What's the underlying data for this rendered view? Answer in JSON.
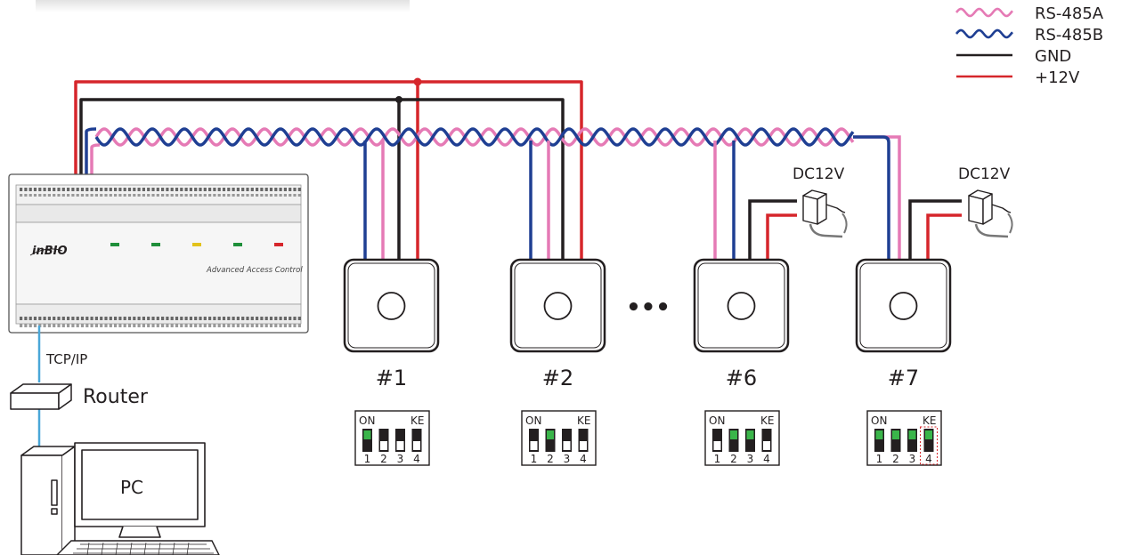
{
  "legend": {
    "items": [
      {
        "key": "a",
        "label": "RS-485A",
        "color": "#e57ab5",
        "wave": true
      },
      {
        "key": "b",
        "label": "RS-485B",
        "color": "#1f3f93",
        "wave": true
      },
      {
        "key": "gnd",
        "label": "GND",
        "color": "#231f20",
        "wave": false
      },
      {
        "key": "v12",
        "label": "+12V",
        "color": "#d6262b",
        "wave": false
      }
    ]
  },
  "controller": {
    "brand": "inBIO",
    "subtitle": "Advanced Access Control",
    "led_colors": [
      "#1f8f3a",
      "#1f8f3a",
      "#e2c21b",
      "#1f8f3a",
      "#d6262b"
    ]
  },
  "network": {
    "link_label": "TCP/IP",
    "router_label": "Router",
    "pc_label": "PC"
  },
  "power": {
    "label": "DC12V"
  },
  "ellipsis": "•••",
  "readers": [
    {
      "label": "#1",
      "dip": {
        "on_label": "ON",
        "ke_label": "KE",
        "numbers": [
          "1",
          "2",
          "3",
          "4"
        ],
        "on": [
          true,
          false,
          false,
          false
        ],
        "highlight": -1
      }
    },
    {
      "label": "#2",
      "dip": {
        "on_label": "ON",
        "ke_label": "KE",
        "numbers": [
          "1",
          "2",
          "3",
          "4"
        ],
        "on": [
          false,
          true,
          false,
          false
        ],
        "highlight": -1
      }
    },
    {
      "label": "#6",
      "dip": {
        "on_label": "ON",
        "ke_label": "KE",
        "numbers": [
          "1",
          "2",
          "3",
          "4"
        ],
        "on": [
          false,
          true,
          true,
          false
        ],
        "highlight": -1
      }
    },
    {
      "label": "#7",
      "dip": {
        "on_label": "ON",
        "ke_label": "KE",
        "numbers": [
          "1",
          "2",
          "3",
          "4"
        ],
        "on": [
          true,
          true,
          true,
          true
        ],
        "highlight": 3
      }
    }
  ]
}
